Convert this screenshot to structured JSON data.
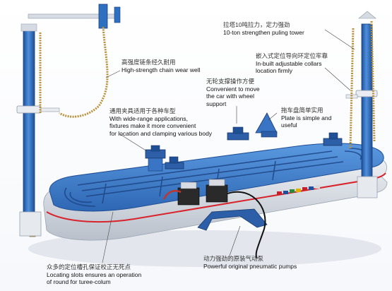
{
  "annotations": [
    {
      "id": "tower-force",
      "zh": "拉塔10吨拉力，定力强劲",
      "en": "10-ton strengthen puling tower"
    },
    {
      "id": "chain",
      "zh": "高强度链条经久耐用",
      "en": "High-strength chain wear well"
    },
    {
      "id": "collars",
      "zh": "嵌入式定位导向环定位牢靠",
      "en_lines": [
        "In-built adjustable collars",
        "location firmly"
      ]
    },
    {
      "id": "no-wheel",
      "zh": "无轮支撑操作方便",
      "en_lines": [
        "Convenient to move",
        "the car with wheel",
        "support"
      ]
    },
    {
      "id": "clamps",
      "zh": "通用夹具适用于各种车型",
      "en_lines": [
        "With wide-range applications,",
        "fixtures make it more convenient",
        "for location and clamping various body"
      ]
    },
    {
      "id": "plate",
      "zh": "拖车盘简单实用",
      "en_lines": [
        "Plate is simple and",
        "useful"
      ]
    },
    {
      "id": "pump",
      "zh": "动力强劲的原装气动泵",
      "en": "Powerful original pneumatic pumps"
    },
    {
      "id": "slots",
      "zh": "众多的定位槽孔保证校正无死点",
      "en_lines": [
        "Locating slots ensures an operation",
        "of round for turee-colum"
      ]
    }
  ],
  "colors": {
    "tower_blue": "#2f6fc0",
    "platform_blue": "#3a7fd0",
    "platform_edge": "#d9dee6",
    "red_stripe": "#d8232a",
    "chain_gold": "#b8913a",
    "clamp_blue": "#2c5fa8",
    "pump_black": "#222222"
  }
}
